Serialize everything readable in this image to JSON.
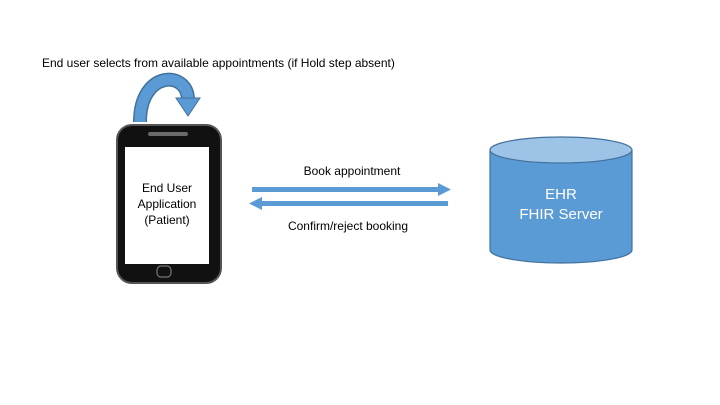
{
  "diagram": {
    "caption": "End user selects from available appointments (if Hold step absent)",
    "phone": {
      "lines": [
        "End User",
        "Application",
        "(Patient)"
      ]
    },
    "server": {
      "lines": [
        "EHR",
        "FHIR Server"
      ]
    },
    "arrows": {
      "book": "Book appointment",
      "confirm": "Confirm/reject booking"
    },
    "colors": {
      "arrow": "#5b9bd5",
      "cylinder_body": "#5b9bd5",
      "cylinder_top": "#9dc3e6",
      "cylinder_stroke": "#41719c",
      "phone_body": "#111111",
      "phone_screen": "#ffffff"
    }
  }
}
